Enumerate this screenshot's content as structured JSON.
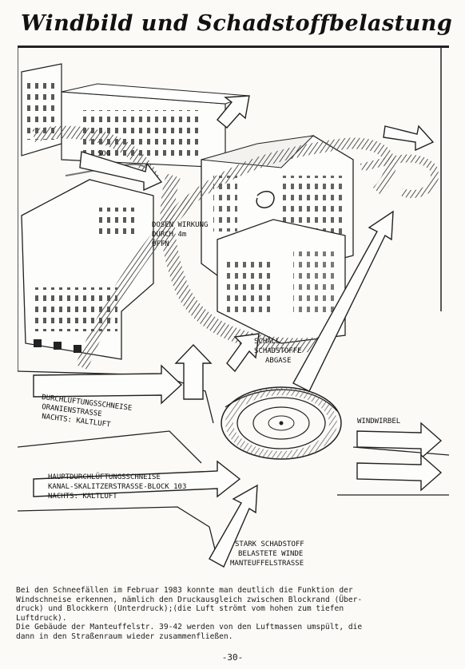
{
  "title": "Windbild und Schadstoffbelastung",
  "labels": {
    "sog": "SOG",
    "dosen_1": "DOSEN WIRKUNG",
    "dosen_2": "DURCH  4m",
    "dosen_3": "ÖFFN",
    "schall_1": "SCHALL",
    "schall_2": "SCHADSTOFFE",
    "schall_3": "ABGASE",
    "schneise_1": "DURCHLÜFTUNGSSCHNEISE",
    "schneise_2": "ORANIENSTRASSE",
    "schneise_3": "NACHTS: KALTLUFT",
    "windwirbel": "WINDWIRBEL",
    "haupt_1": "HAUPTDURCHLÜFTUNGSSCHNEISE",
    "haupt_2": "KANAL-SKALITZERSTRASSE-BLOCK 103",
    "haupt_3": "NACHTS: KALTLUFT",
    "stark_1": "STARK SCHADSTOFF",
    "stark_2": "BELASTETE WINDE",
    "stark_3": "MANTEUFFELSTRASSE"
  },
  "caption": {
    "line1": "Bei den Schneefällen im Februar 1983 konnte man deutlich die Funktion der",
    "line2": "Windschneise erkennen, nämlich den Druckausgleich zwischen Blockrand (Über-",
    "line3": "druck) und Blockkern (Unterdruck);(die Luft strömt vom hohen zum tiefen",
    "line4": "Luftdruck).",
    "line5": "Die Gebäude der Manteuffelstr. 39-42 werden von den Luftmassen umspült, die",
    "line6": "dann in den Straßenraum wieder zusammenfließen."
  },
  "page_number": "-30-"
}
